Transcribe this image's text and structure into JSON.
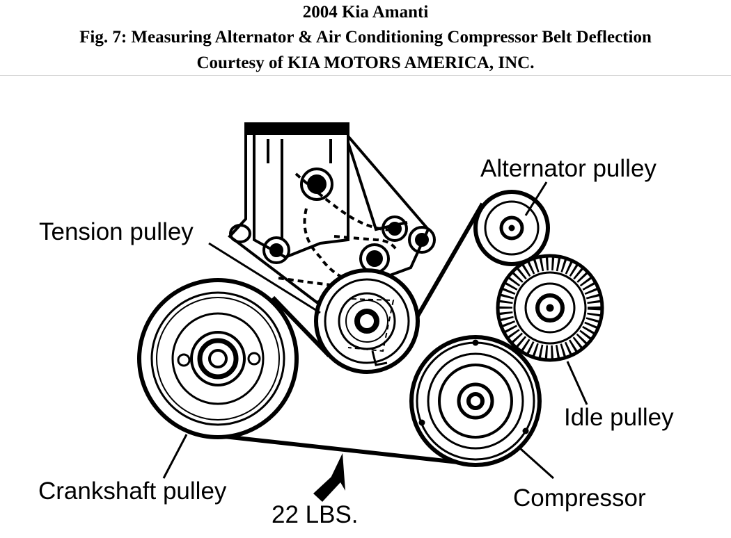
{
  "header": {
    "vehicle": "2004 Kia Amanti",
    "figure_title": "Fig. 7: Measuring Alternator & Air Conditioning Compressor Belt Deflection",
    "courtesy": "Courtesy of KIA MOTORS AMERICA, INC."
  },
  "diagram": {
    "labels": {
      "alternator_pulley": "Alternator pulley",
      "tension_pulley": "Tension pulley",
      "idle_pulley": "Idle pulley",
      "crankshaft_pulley": "Crankshaft pulley",
      "compressor": "Compressor",
      "force": "22 LBS."
    },
    "colors": {
      "ink": "#000000",
      "background": "#ffffff",
      "divider": "#d4d4d4"
    }
  }
}
